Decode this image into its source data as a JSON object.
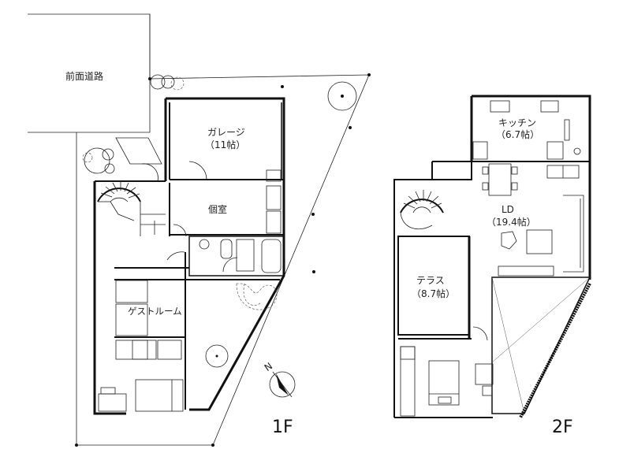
{
  "labels": {
    "road": "前面道路",
    "garage": "ガレージ",
    "garage_area": "（11帖）",
    "private_room": "個室",
    "guest_room": "ゲストルーム",
    "kitchen": "キッチン",
    "kitchen_area": "（6.7帖）",
    "ld": "LD",
    "ld_area": "（19.4帖）",
    "terrace": "テラス",
    "terrace_area": "（8.7帖）"
  },
  "floors": {
    "first": "1F",
    "second": "2F"
  },
  "compass": {
    "north": "N"
  }
}
